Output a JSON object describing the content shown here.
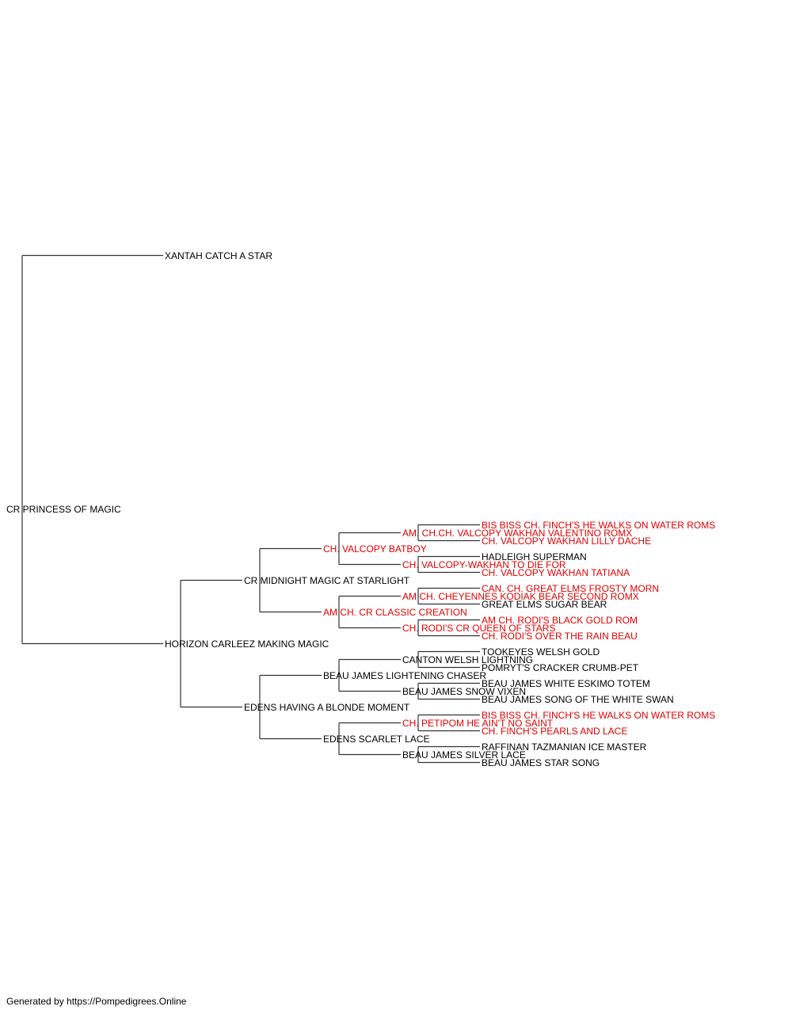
{
  "colors": {
    "champion": "#e00000",
    "regular": "#000000",
    "line": "#333333"
  },
  "pedigree": {
    "subject": "CR PRINCESS OF MAGIC",
    "sire": "XANTAH CATCH A STAR",
    "dam": "HORIZON CARLEEZ MAKING MAGIC",
    "ancestors": [
      {
        "id": "d_s",
        "name": "CR MIDNIGHT MAGIC AT STARLIGHT",
        "champion": false
      },
      {
        "id": "d_d",
        "name": "EDENS HAVING A BLONDE MOMENT",
        "champion": false
      },
      {
        "id": "d_s_s",
        "name": "CH. VALCOPY BATBOY",
        "champion": true
      },
      {
        "id": "d_s_d",
        "name": "AM CH. CR CLASSIC CREATION",
        "champion": true
      },
      {
        "id": "d_d_s",
        "name": "BEAU JAMES LIGHTENING CHASER",
        "champion": false
      },
      {
        "id": "d_d_d",
        "name": "EDENS SCARLET LACE",
        "champion": false
      },
      {
        "id": "d_s_s_s",
        "name": "AM. CH.CH. VALCOPY WAKHAN VALENTINO ROMX",
        "champion": true
      },
      {
        "id": "d_s_s_d",
        "name": "CH. VALCOPY-WAKHAN TO DIE FOR",
        "champion": true
      },
      {
        "id": "d_s_d_s",
        "name": "AM CH. CHEYENNES KODIAK BEAR SECOND ROMX",
        "champion": true
      },
      {
        "id": "d_s_d_d",
        "name": "CH. RODI'S CR QUEEN OF STARS",
        "champion": true
      },
      {
        "id": "d_d_s_s",
        "name": "CANTON WELSH LIGHTNING",
        "champion": false
      },
      {
        "id": "d_d_s_d",
        "name": "BEAU JAMES SNOW VIXEN",
        "champion": false
      },
      {
        "id": "d_d_d_s",
        "name": "CH. PETIPOM HE AIN'T NO SAINT",
        "champion": true
      },
      {
        "id": "d_d_d_d",
        "name": "BEAU JAMES SILVER LACE",
        "champion": false
      },
      {
        "id": "d_s_s_s_s",
        "name": "BIS BISS CH. FINCH'S HE WALKS ON WATER ROMS",
        "champion": true
      },
      {
        "id": "d_s_s_s_d",
        "name": "CH. VALCOPY WAKHAN LILLY DACHE",
        "champion": true
      },
      {
        "id": "d_s_s_d_s",
        "name": "HADLEIGH SUPERMAN",
        "champion": false
      },
      {
        "id": "d_s_s_d_d",
        "name": "CH. VALCOPY WAKHAN TATIANA",
        "champion": true
      },
      {
        "id": "d_s_d_s_s",
        "name": "CAN. CH. GREAT ELMS FROSTY MORN",
        "champion": true
      },
      {
        "id": "d_s_d_s_d",
        "name": "GREAT ELMS SUGAR BEAR",
        "champion": false
      },
      {
        "id": "d_s_d_d_s",
        "name": "AM CH. RODI'S BLACK GOLD ROM",
        "champion": true
      },
      {
        "id": "d_s_d_d_d",
        "name": "CH. RODI'S OVER THE RAIN BEAU",
        "champion": true
      },
      {
        "id": "d_d_s_s_s",
        "name": "TOOKEYES WELSH GOLD",
        "champion": false
      },
      {
        "id": "d_d_s_s_d",
        "name": "POMRYT'S CRACKER CRUMB-PET",
        "champion": false
      },
      {
        "id": "d_d_s_d_s",
        "name": "BEAU JAMES WHITE ESKIMO TOTEM",
        "champion": false
      },
      {
        "id": "d_d_s_d_d",
        "name": "BEAU JAMES SONG OF THE WHITE SWAN",
        "champion": false
      },
      {
        "id": "d_d_d_s_s",
        "name": "BIS BISS CH. FINCH'S HE WALKS ON WATER ROMS",
        "champion": true
      },
      {
        "id": "d_d_d_s_d",
        "name": "CH. FINCH'S PEARLS AND LACE",
        "champion": true
      },
      {
        "id": "d_d_d_d_s",
        "name": "RAFFINAN TAZMANIAN ICE MASTER",
        "champion": false
      },
      {
        "id": "d_d_d_d_d",
        "name": "BEAU JAMES STAR SONG",
        "champion": false
      }
    ]
  },
  "footer": "Generated by https://Pompedigrees.Online"
}
